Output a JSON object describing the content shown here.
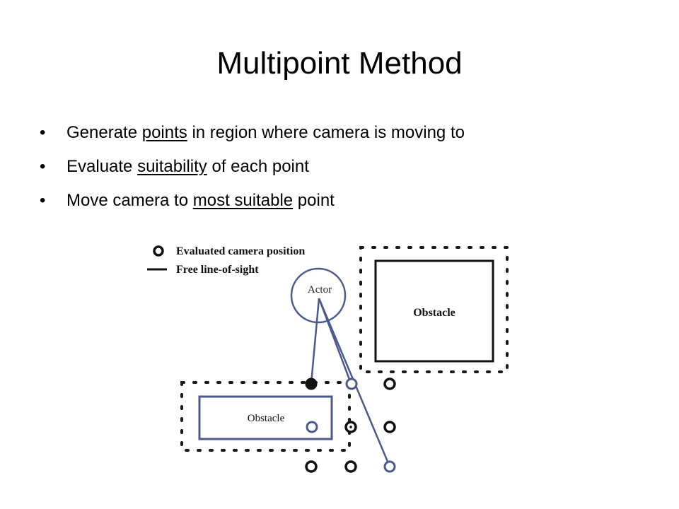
{
  "slide": {
    "title": "Multipoint Method"
  },
  "bullets": [
    {
      "marker": "•",
      "pre": "Generate ",
      "underlined": "points",
      "post": " in region where camera is moving to"
    },
    {
      "marker": "•",
      "pre": "Evaluate ",
      "underlined": "suitability",
      "post": " of each point"
    },
    {
      "marker": "•",
      "pre": "Move camera to ",
      "underlined": "most suitable",
      "post": " point"
    }
  ],
  "diagram": {
    "legend": {
      "camera_position": "Evaluated camera position",
      "line_of_sight": "Free line-of-sight"
    },
    "actor_label": "Actor",
    "obstacle_large_label": "Obstacle",
    "obstacle_small_label": "Obstacle",
    "colors": {
      "ink": "#111111",
      "highlight": "#4a5a8c",
      "dotted": "#1a1a1a"
    }
  }
}
